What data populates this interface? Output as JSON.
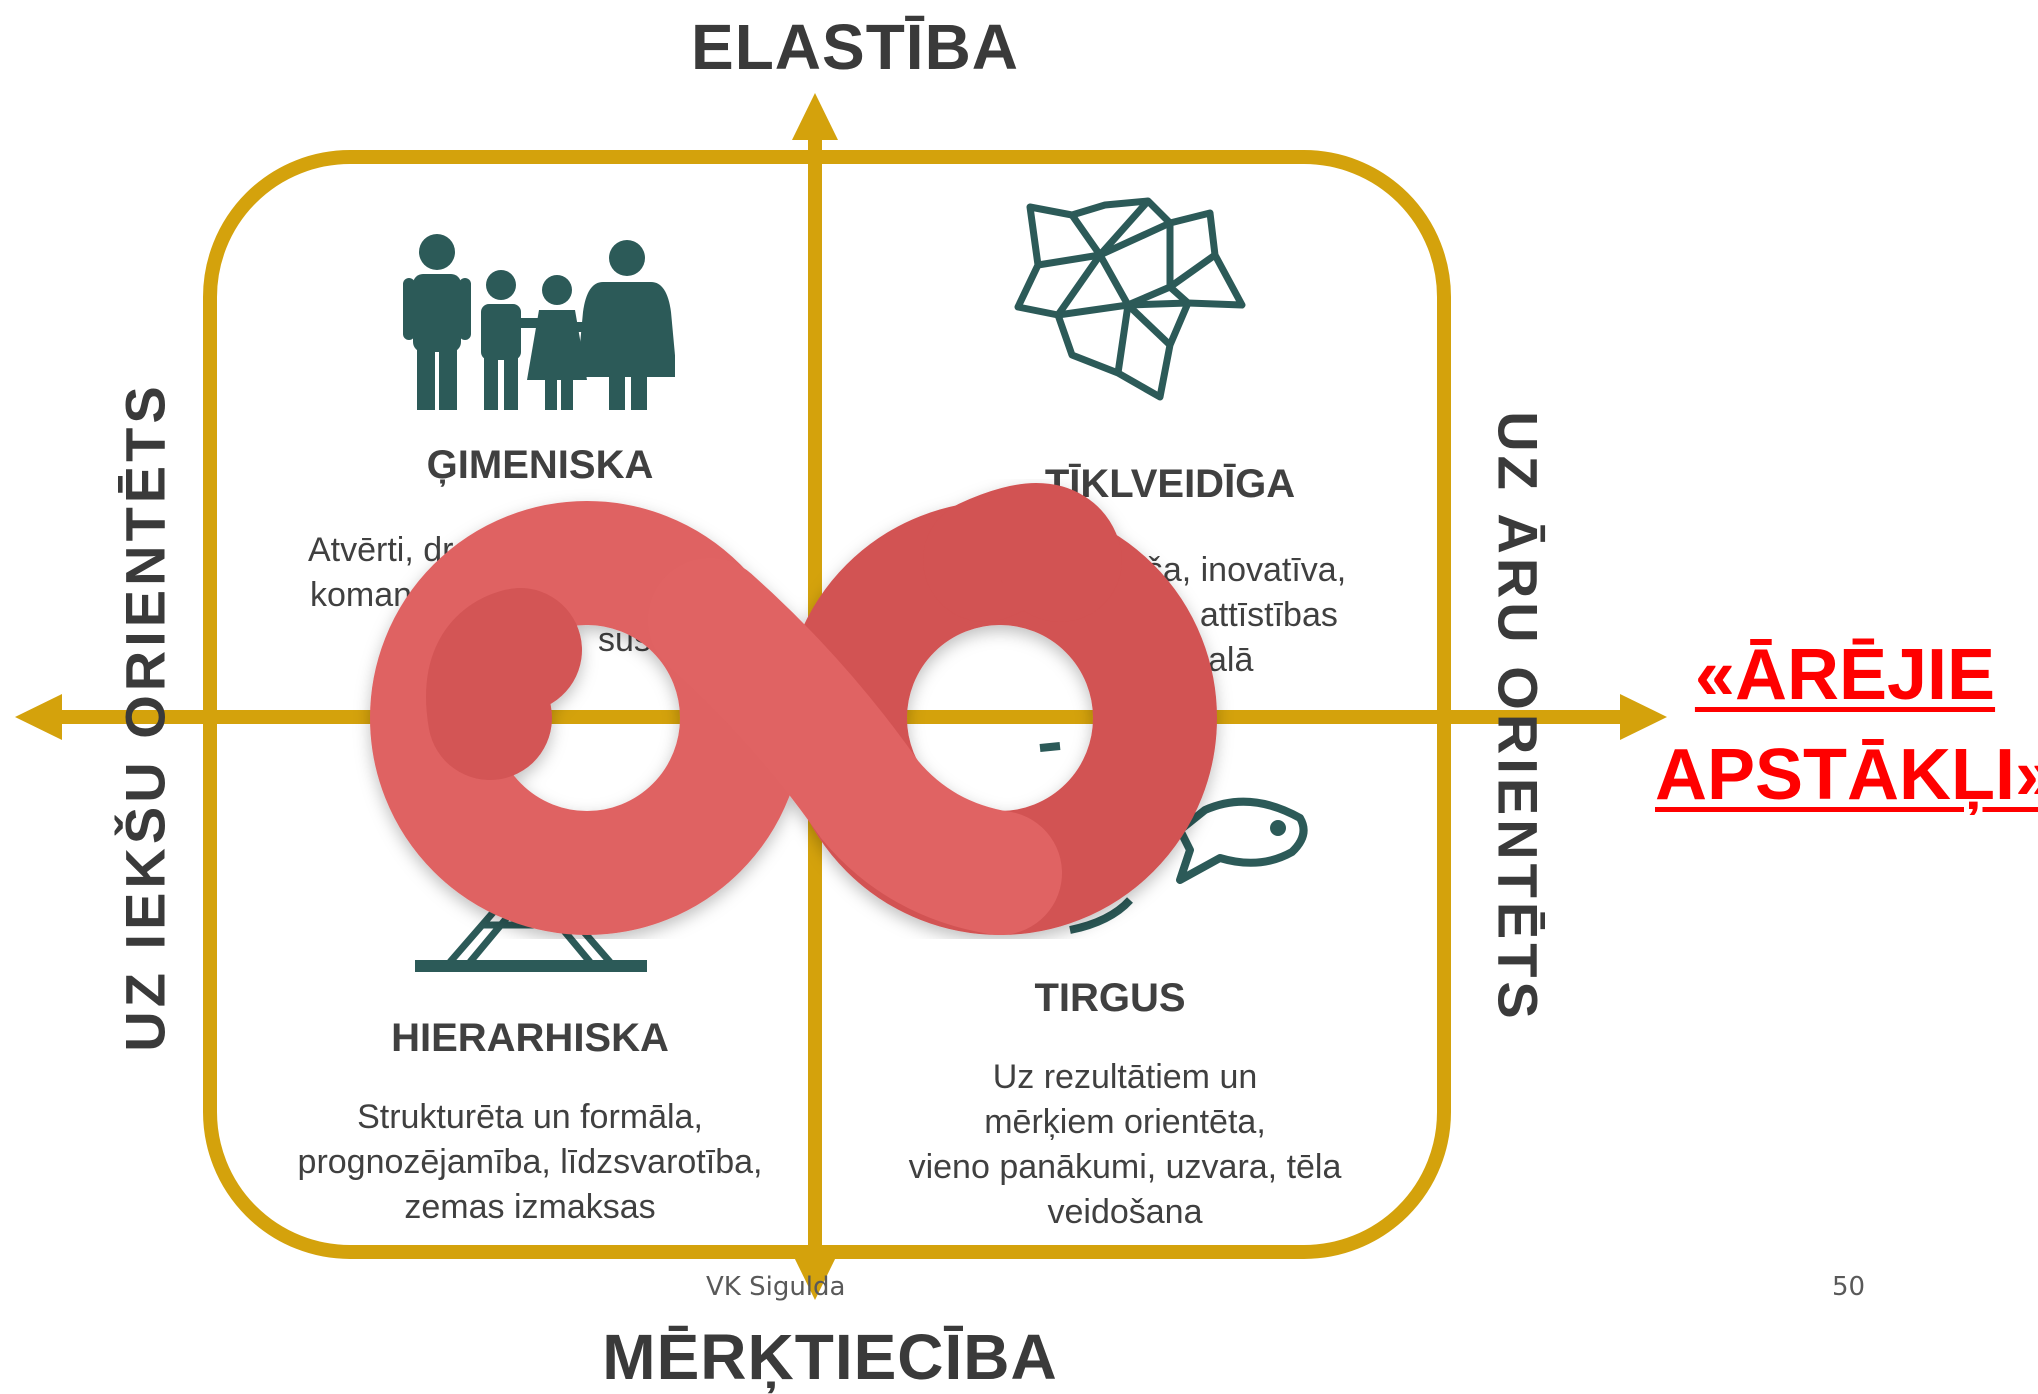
{
  "axes": {
    "top": "ELASTĪBA",
    "bottom": "MĒRĶTIECĪBA",
    "left": "UZ IEKŠU ORIENTĒTS",
    "right": "UZ ĀRU ORIENTĒTS"
  },
  "quadrants": {
    "top_left": {
      "title": "ĢIMENISKA",
      "desc_lines": [
        "Atvērti, drau",
        "komanda",
        "sus"
      ],
      "icon": "family-icon"
    },
    "top_right": {
      "title": "TĪKLVEIDĪGA",
      "desc_lines": [
        "doša, inovatīva,",
        "s, attīstības",
        "alā"
      ],
      "icon": "network-icon"
    },
    "bottom_left": {
      "title": "HIERARHISKA",
      "desc_lines": [
        "Strukturēta un formāla,",
        "prognozējamība, līdzsvarotība,",
        "zemas izmaksas"
      ],
      "icon": "pyramid-icon"
    },
    "bottom_right": {
      "title": "TIRGUS",
      "desc_lines": [
        "Uz rezultātiem un",
        "mērķiem orientēta,",
        "vieno panākumi, uzvara, tēla",
        "veidošana"
      ],
      "icon": "fish-icon"
    }
  },
  "external": {
    "line1": "«ĀRĒJIE",
    "line2": "APSTĀKĻI»"
  },
  "footer": {
    "source": "VK Sigulda",
    "page": "50"
  },
  "colors": {
    "axis": "#d4a20c",
    "icon": "#2c5a58",
    "infinity": "#dc5f5f",
    "external": "#ff0000",
    "text": "#404040"
  }
}
